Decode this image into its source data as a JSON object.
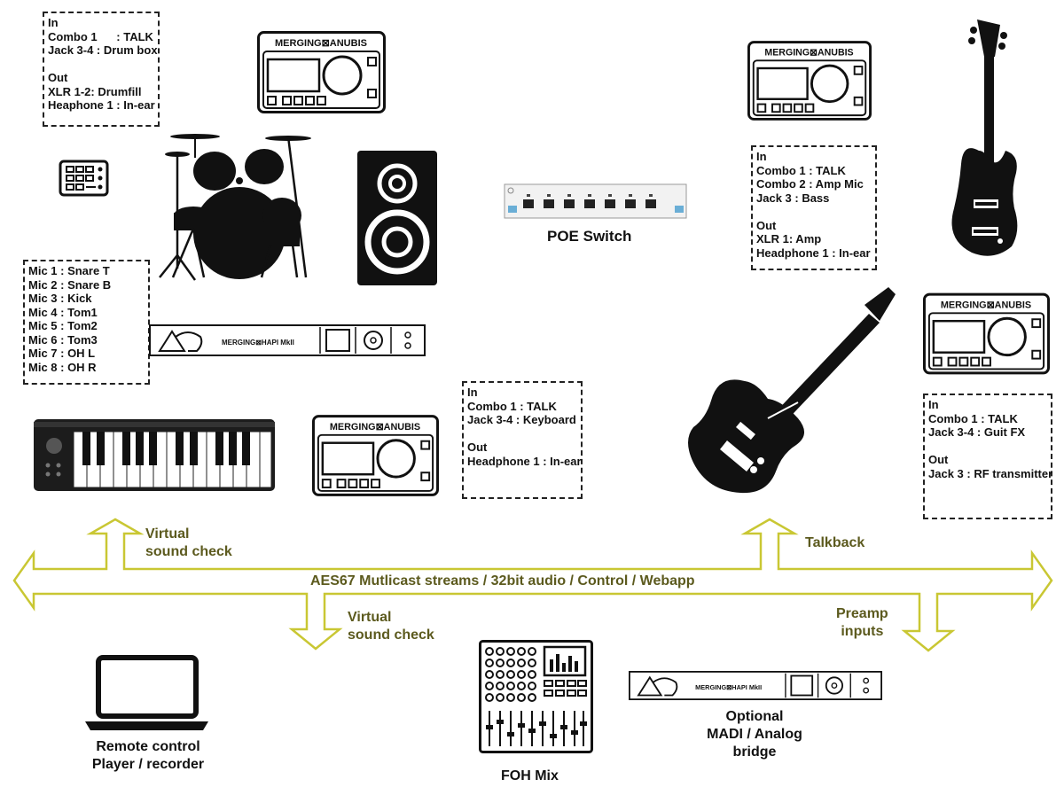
{
  "colors": {
    "bus_arrow": "#c9c733",
    "label_olive": "#5c5a1e",
    "ink": "#111111"
  },
  "bus": {
    "label": "AES67 Mutlicast streams / 32bit audio / Control / Webapp"
  },
  "arrow_labels": {
    "keyboard_up": "Virtual\nsound check",
    "down_center": "Virtual\nsound check",
    "talkback": "Talkback",
    "preamp": "Preamp\ninputs"
  },
  "devices": {
    "anubis_brand": "MERGING⊠ANUBIS",
    "hapi_brand": "MERGING⊠HAPI MkII",
    "poe_switch": "POE Switch",
    "remote": "Remote control\nPlayer / recorder",
    "foh": "FOH Mix",
    "bridge": "Optional\nMADI / Analog\nbridge"
  },
  "io_boxes": {
    "drums_io": "In\nCombo 1      : TALK\nJack 3-4 : Drum box\n\nOut\nXLR 1-2: Drumfill\nHeaphone 1 : In-ear",
    "drum_mics": "Mic 1 : Snare T\nMic 2 : Snare B\nMic 3 : Kick\nMic 4 : Tom1\nMic 5 : Tom2\nMic 6 : Tom3\nMic 7 : OH L\nMic 8 : OH R",
    "keyboard_io": "In\nCombo 1 : TALK\nJack 3-4 : Keyboard\n\nOut\nHeadphone 1 : In-ear",
    "bass_io": "In\nCombo 1 : TALK\nCombo 2 : Amp Mic\nJack 3 : Bass\n\nOut\nXLR 1: Amp\nHeadphone 1 : In-ear",
    "guitar_io": "In\nCombo 1 : TALK\nJack 3-4 : Guit FX\n\nOut\nJack 3 : RF transmitter"
  },
  "icons": [
    "drum-kit-icon",
    "speaker-icon",
    "drum-pad-icon",
    "keyboard-icon",
    "bass-guitar-icon",
    "electric-guitar-icon",
    "laptop-icon",
    "mixer-icon",
    "anubis-unit-icon",
    "hapi-unit-icon",
    "poe-switch-icon"
  ]
}
